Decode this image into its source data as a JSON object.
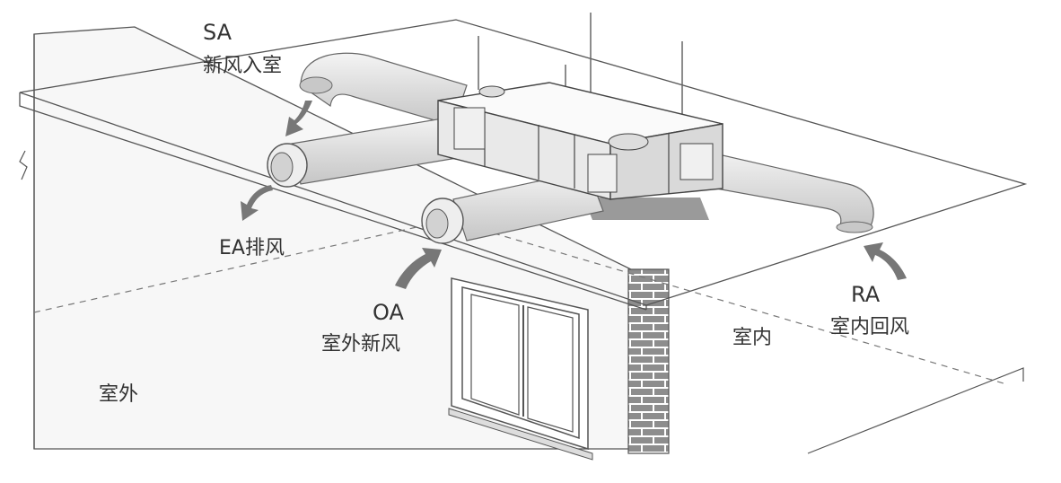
{
  "labels": {
    "sa_code": "SA",
    "sa_text": "新风入室",
    "ea_text": "EA排风",
    "oa_code": "OA",
    "oa_text": "室外新风",
    "ra_code": "RA",
    "ra_text": "室内回风",
    "indoor": "室内",
    "outdoor": "室外"
  },
  "colors": {
    "line": "#555555",
    "duct": "#e4e4e4",
    "duct_shade": "#cccccc",
    "arrow": "#777777",
    "brick": "#8a8a8a",
    "unit": "#f2f2f2"
  }
}
